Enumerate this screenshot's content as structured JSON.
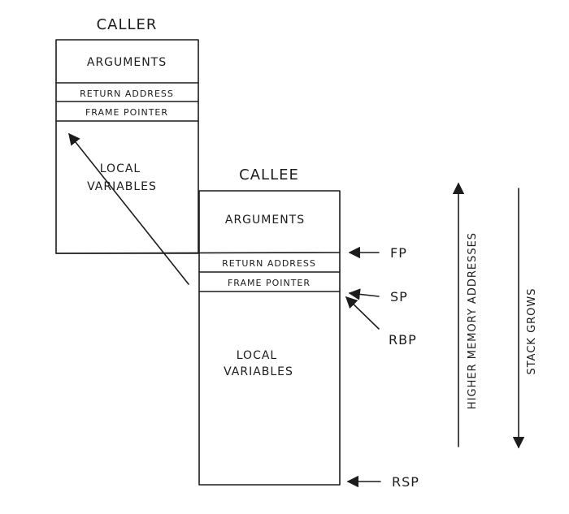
{
  "caller": {
    "title": "Caller",
    "rows": [
      "Arguments",
      "Return Address",
      "Frame Pointer"
    ],
    "locals_line1": "Local",
    "locals_line2": "Variables"
  },
  "callee": {
    "title": "Callee",
    "rows": [
      "Arguments",
      "Return Address",
      "Frame Pointer"
    ],
    "locals_line1": "Local",
    "locals_line2": "Variables"
  },
  "pointers": {
    "fp": "FP",
    "sp": "SP",
    "rbp": "RBP",
    "rsp": "RSP"
  },
  "axes": {
    "higher_memory": "Higher Memory Addresses",
    "stack_grows": "Stack Grows"
  }
}
